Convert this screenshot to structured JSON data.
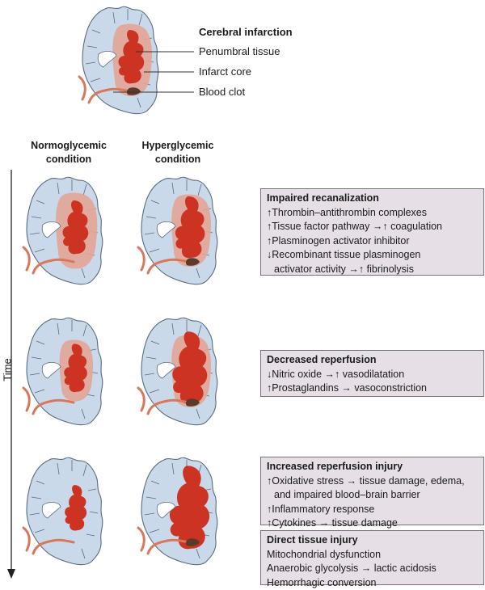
{
  "legend": {
    "title": "Cerebral infarction",
    "penumbral": "Penumbral tissue",
    "core": "Infarct core",
    "clot": "Blood clot"
  },
  "columns": {
    "normo_line1": "Normoglycemic",
    "normo_line2": "condition",
    "hyper_line1": "Hyperglycemic",
    "hyper_line2": "condition"
  },
  "time_label": "Time",
  "colors": {
    "brain": "#c9d9ea",
    "brain_outline": "#5a6b80",
    "penumbra": "#e2a596",
    "core": "#cc3322",
    "vessel": "#d9775a",
    "clot": "#5a3a2a"
  },
  "boxes": {
    "b1": {
      "title": "Impaired recanalization",
      "lines": [
        "↑Thrombin–antithrombin complexes",
        "↑Tissue factor pathway →↑ coagulation",
        "↑Plasminogen activator inhibitor",
        "↓Recombinant tissue plasminogen",
        "  activator activity →↑ fibrinolysis"
      ]
    },
    "b2": {
      "title": "Decreased reperfusion",
      "lines": [
        "↓Nitric oxide →↑ vasodilatation",
        "↑Prostaglandins → vasoconstriction"
      ]
    },
    "b3": {
      "title": "Increased reperfusion injury",
      "lines": [
        "↑Oxidative stress → tissue damage, edema,",
        "  and impaired blood–brain barrier",
        "↑Inflammatory response",
        "↑Cytokines → tissue damage"
      ]
    },
    "b4": {
      "title": "Direct tissue injury",
      "lines": [
        "Mitochondrial dysfunction",
        "Anaerobic glycolysis → lactic acidosis",
        "Hemorrhagic conversion"
      ]
    }
  }
}
